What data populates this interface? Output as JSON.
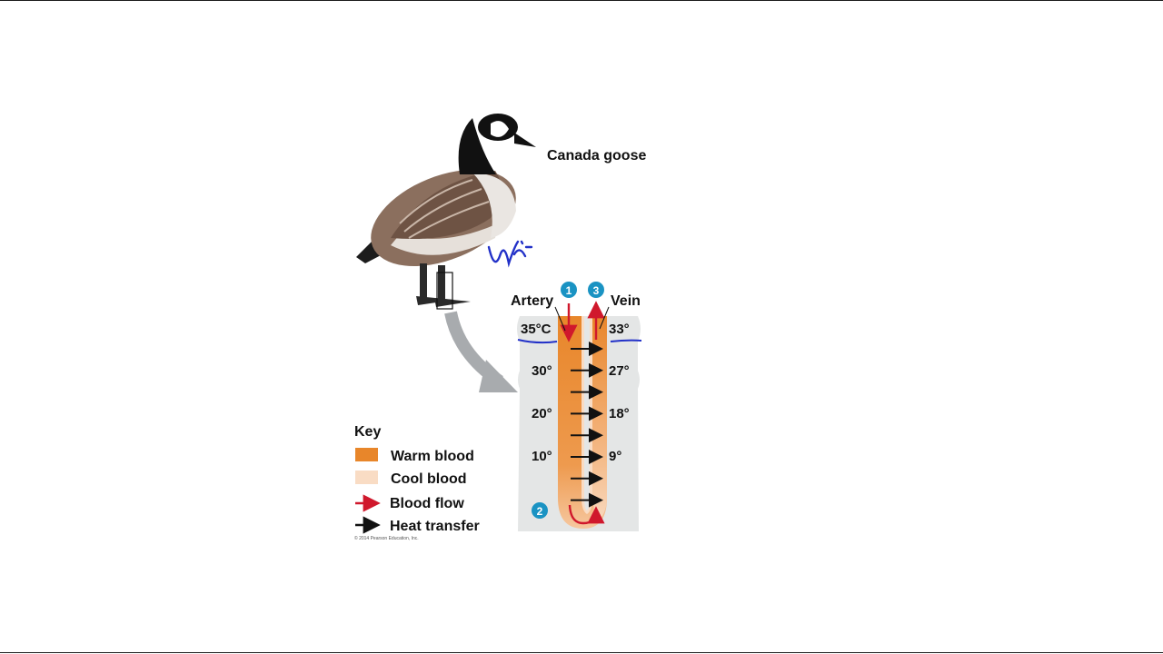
{
  "labels": {
    "goose": "Canada goose",
    "artery": "Artery",
    "vein": "Vein",
    "step1": "1",
    "step2": "2",
    "step3": "3",
    "handwriting": "Wi"
  },
  "artery_temps": [
    "35°C",
    "30°",
    "20°",
    "10°"
  ],
  "vein_temps": [
    "33°",
    "27°",
    "18°",
    "9°"
  ],
  "key": {
    "title": "Key",
    "warm_blood": "Warm blood",
    "cool_blood": "Cool blood",
    "blood_flow": "Blood flow",
    "heat_transfer": "Heat transfer"
  },
  "copyright": "© 2014 Pearson Education, Inc.",
  "colors": {
    "warm": "#e8862a",
    "cool": "#f9dcc4",
    "flow": "#d0182c",
    "heat": "#111111",
    "step_badge": "#1a93c3",
    "tissue": "#e4e6e6",
    "ink": "#2231c8"
  }
}
